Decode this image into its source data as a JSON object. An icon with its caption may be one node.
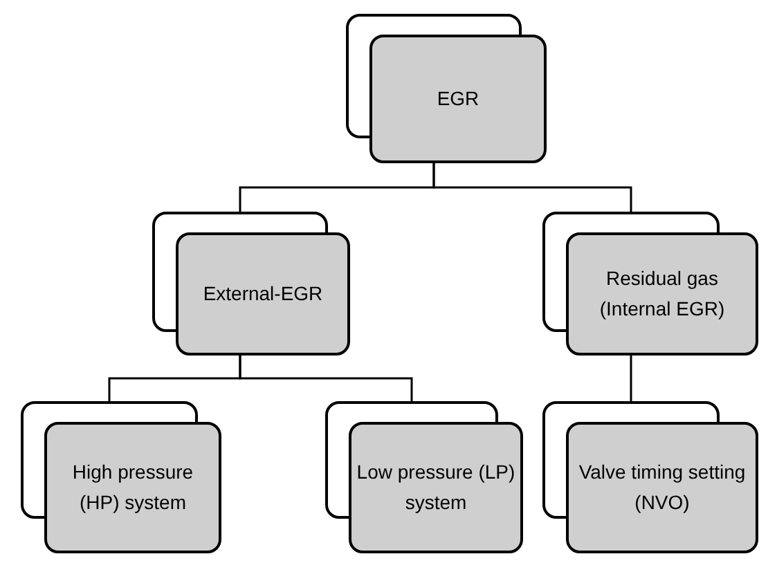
{
  "diagram": {
    "nodes": [
      {
        "text": [
          "EGR"
        ]
      },
      {
        "text": [
          "External-EGR"
        ]
      },
      {
        "text": [
          "Residual gas (Internal EGR)"
        ]
      },
      {
        "text": [
          "High pressure (HP) system"
        ]
      },
      {
        "text": [
          "Low pressure (LP) system"
        ]
      },
      {
        "text": [
          "Valve timing setting (NVO)"
        ]
      }
    ],
    "edges": [
      {
        "from": 0,
        "to": 1,
        "arrow": "none"
      },
      {
        "from": 0,
        "to": 2,
        "arrow": "none"
      },
      {
        "from": 1,
        "to": 3,
        "arrow": "none"
      },
      {
        "from": 1,
        "to": 4,
        "arrow": "none"
      },
      {
        "from": 2,
        "to": 5,
        "arrow": "none"
      }
    ]
  }
}
